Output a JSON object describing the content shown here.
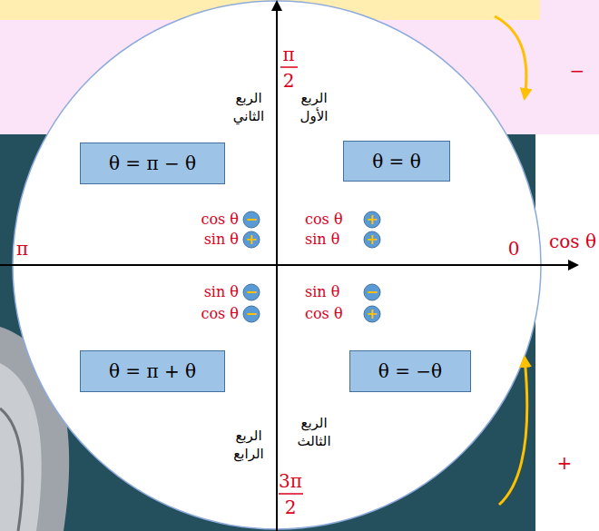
{
  "diagram": {
    "nodes": [
      {
        "text": [
          "θ = π − θ"
        ]
      },
      {
        "text": [
          "θ = θ"
        ]
      },
      {
        "text": [
          "−"
        ]
      },
      {
        "text": [
          "+"
        ]
      },
      {
        "text": [
          "+"
        ]
      },
      {
        "text": [
          "+"
        ]
      },
      {
        "text": [
          "−"
        ]
      },
      {
        "text": [
          "−"
        ]
      },
      {
        "text": [
          "−"
        ]
      },
      {
        "text": [
          "+"
        ]
      },
      {
        "text": [
          "θ = π + θ"
        ]
      },
      {
        "text": [
          "θ = −θ"
        ]
      }
    ],
    "labels": [
      "π",
      "2",
      "الربع الثاني",
      "الربع الأول",
      "−",
      "cos θ",
      "cos θ",
      "sin θ",
      "sin θ",
      "π",
      "0",
      "cos θ",
      "sin θ",
      "sin θ",
      "cos θ",
      "cos θ",
      "الربع الرابع",
      "الربع الثالث",
      "+",
      "3π",
      "2"
    ]
  }
}
